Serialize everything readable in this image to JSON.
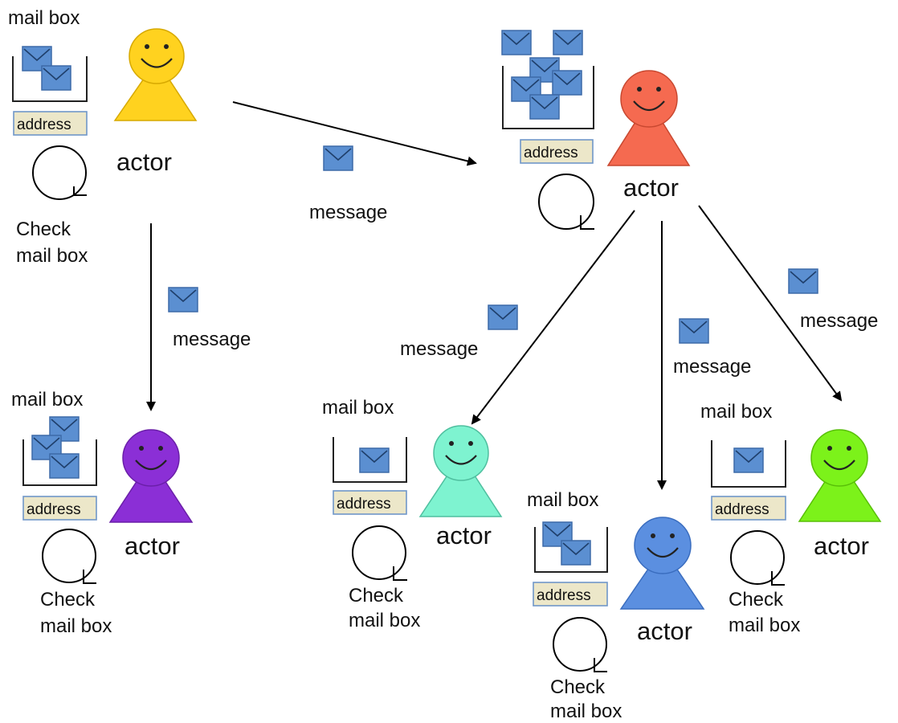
{
  "colors": {
    "envelope": "#5b8fd1",
    "address_fill": "#ece7c9",
    "actor_yellow": "#ffd21f",
    "actor_red": "#f56a50",
    "actor_purple": "#8b2fd6",
    "actor_aqua": "#7ef3d0",
    "actor_blue": "#5b8fe0",
    "actor_green": "#7cf21a"
  },
  "actors": [
    {
      "label": "actor",
      "mailbox_label": "mail box",
      "address_label": "address",
      "check_line1": "Check",
      "check_line2": "mail box"
    },
    {
      "label": "actor",
      "mailbox_label": "",
      "address_label": "address",
      "check_line1": "",
      "check_line2": ""
    },
    {
      "label": "actor",
      "mailbox_label": "mail box",
      "address_label": "address",
      "check_line1": "Check",
      "check_line2": "mail box"
    },
    {
      "label": "actor",
      "mailbox_label": "mail box",
      "address_label": "address",
      "check_line1": "Check",
      "check_line2": "mail box"
    },
    {
      "label": "actor",
      "mailbox_label": "mail box",
      "address_label": "address",
      "check_line1": "Check",
      "check_line2": "mail box"
    },
    {
      "label": "actor",
      "mailbox_label": "mail box",
      "address_label": "address",
      "check_line1": "Check",
      "check_line2": "mail box"
    }
  ],
  "messages": [
    "message",
    "message",
    "message",
    "message",
    "message"
  ],
  "icons": [
    "envelope-icon",
    "smiley-actor-icon",
    "loop-icon"
  ]
}
